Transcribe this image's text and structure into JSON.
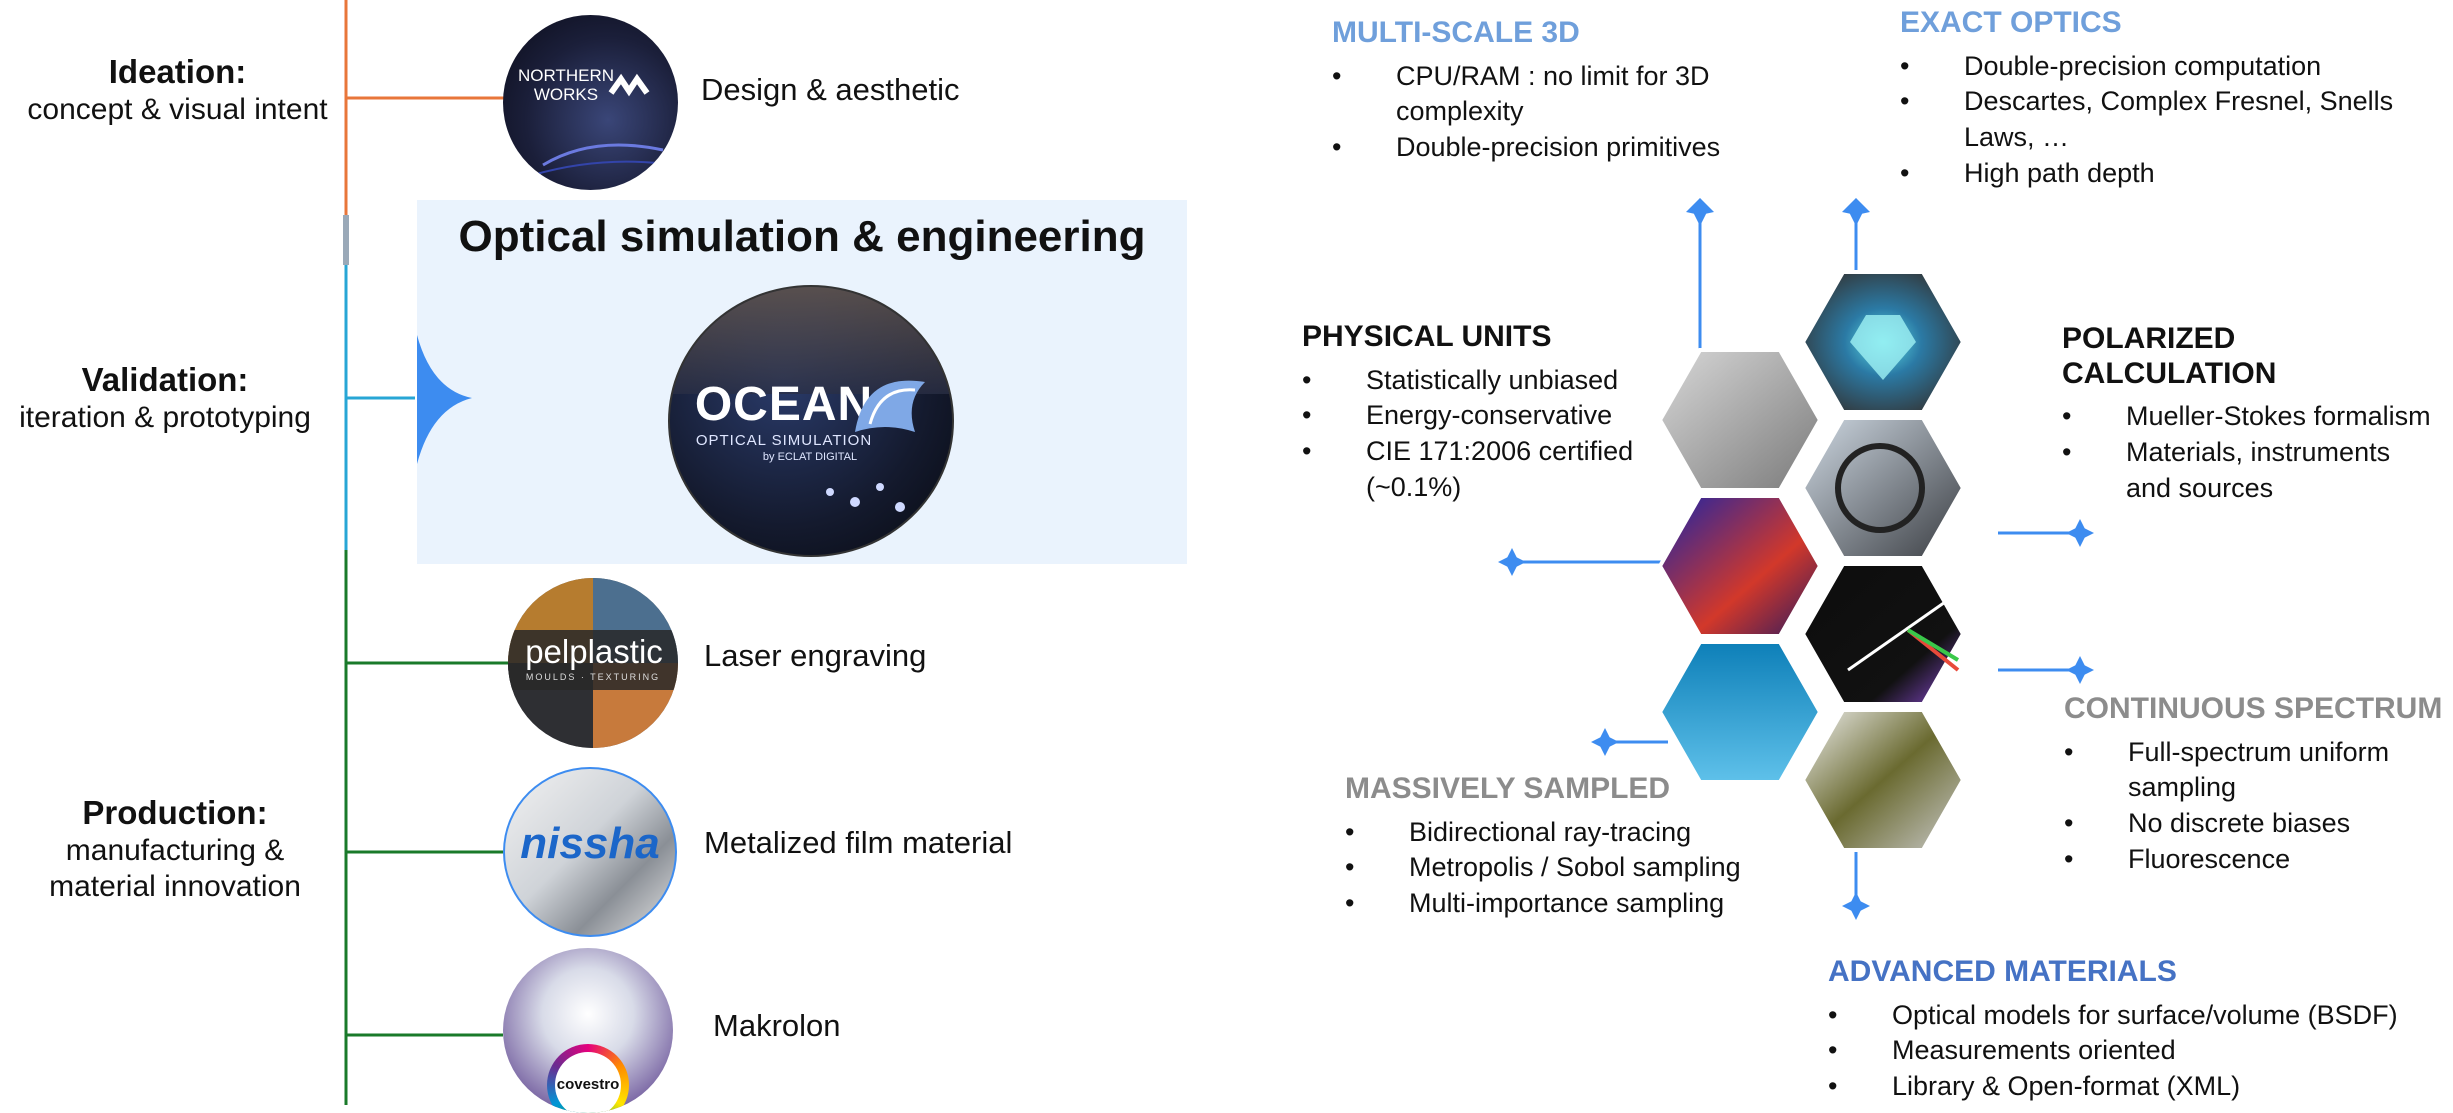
{
  "colors": {
    "orange": "#e8763a",
    "teal": "#27a6d5",
    "green": "#1a7a2a",
    "accent_blue": "#3d8cf0",
    "title_blue": "#6f9fdb",
    "title_blue_dark": "#4572c4",
    "title_gray": "#8c8c8c"
  },
  "timeline": {
    "phases": [
      {
        "title": "Ideation:",
        "subtitle": "concept & visual intent"
      },
      {
        "title": "Validation:",
        "subtitle": "iteration & prototyping"
      },
      {
        "title": "Production:",
        "subtitle": "manufacturing & material innovation"
      }
    ],
    "items": [
      {
        "label": "Design & aesthetic",
        "logo": "NORTHERN WORKS"
      },
      {
        "label": "Laser engraving",
        "logo": "pelplastic",
        "logo_sub": "MOULDS · TEXTURING"
      },
      {
        "label": "Metalized film material",
        "logo": "nissha"
      },
      {
        "label": "Makrolon",
        "logo": "covestro"
      }
    ]
  },
  "center": {
    "title": "Optical simulation & engineering",
    "logo_main": "OCEAN",
    "logo_sub": "OPTICAL SIMULATION",
    "logo_by": "by ECLAT DIGITAL"
  },
  "features": {
    "multiscale": {
      "title": "MULTI-SCALE 3D",
      "items": [
        "CPU/RAM : no limit for 3D complexity",
        "Double-precision primitives"
      ]
    },
    "exact": {
      "title": "EXACT OPTICS",
      "items": [
        "Double-precision computation",
        "Descartes, Complex Fresnel, Snells Laws, …",
        "High path depth"
      ]
    },
    "physical": {
      "title": "PHYSICAL UNITS",
      "items": [
        "Statistically unbiased",
        "Energy-conservative",
        "CIE 171:2006 certified (~0.1%)"
      ]
    },
    "polarized": {
      "title": "POLARIZED CALCULATION",
      "items": [
        "Mueller-Stokes formalism",
        "Materials, instruments and sources"
      ]
    },
    "spectrum": {
      "title": "CONTINUOUS SPECTRUM",
      "items": [
        "Full-spectrum uniform sampling",
        "No discrete biases",
        "Fluorescence"
      ]
    },
    "sampled": {
      "title": "MASSIVELY SAMPLED",
      "items": [
        "Bidirectional ray-tracing",
        "Metropolis / Sobol sampling",
        "Multi-importance sampling"
      ]
    },
    "materials": {
      "title": "ADVANCED MATERIALS",
      "items": [
        "Optical models for surface/volume (BSDF)",
        "Measurements oriented",
        "Library & Open-format (XML)"
      ]
    }
  }
}
